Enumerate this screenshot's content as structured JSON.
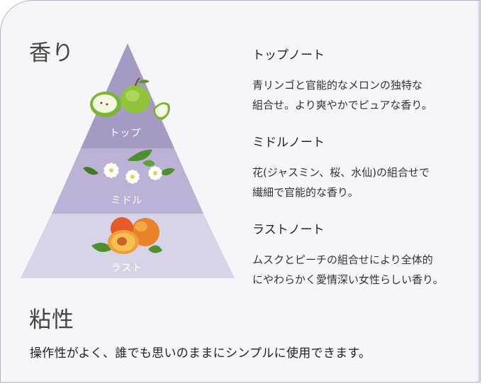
{
  "fragrance": {
    "title": "香り",
    "pyramid": {
      "top_label": "トップ",
      "middle_label": "ミドル",
      "base_label": "ラスト"
    },
    "notes": [
      {
        "heading": "トップノート",
        "line1": "青リンゴと官能的なメロンの独特な",
        "line2": "組合せ。より爽やかでピュアな香り。"
      },
      {
        "heading": "ミドルノート",
        "line1": "花(ジャスミン、桜、水仙)の組合せで",
        "line2": "繊細で官能的な香り。"
      },
      {
        "heading": "ラストノート",
        "line1": "ムスクとピーチの組合せにより全体的",
        "line2": "にやわらかく愛情深い女性らしい香り。"
      }
    ]
  },
  "viscosity": {
    "title": "粘性",
    "description": "操作性がよく、誰でも思いのままにシンプルに使用できます。"
  },
  "colors": {
    "tier_top": "#a59ac4",
    "tier_middle": "#bbb2d6",
    "tier_base": "#d8d4e8",
    "border": "#b3aed0"
  },
  "icons": {
    "top": "green-apples-icon",
    "middle": "jasmine-flowers-icon",
    "base": "peaches-icon"
  }
}
